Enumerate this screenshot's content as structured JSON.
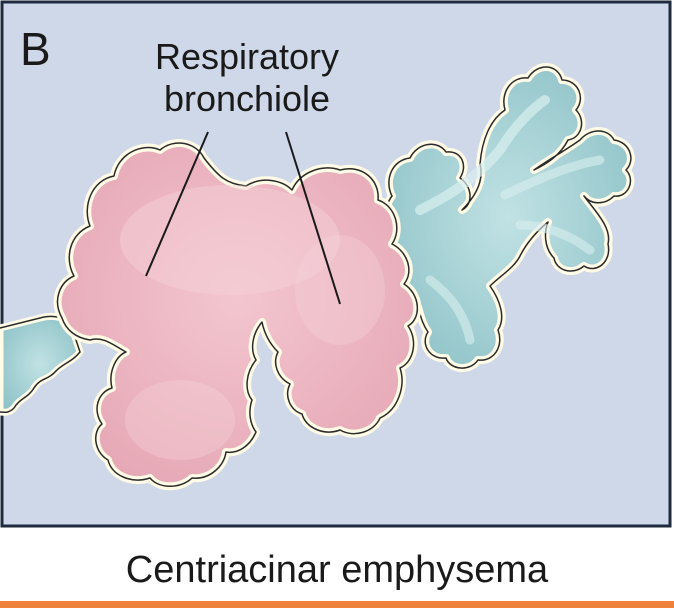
{
  "panel": {
    "letter": "B",
    "label_line1": "Respiratory",
    "label_line2": "bronchiole"
  },
  "caption": "Centriacinar emphysema",
  "colors": {
    "panel_background": "#cfd8e9",
    "panel_border": "#1e2a3d",
    "emphysema_pink": "#efbcc6",
    "airway_blue": "#a9d3d6",
    "outline_cream": "#fffbe6",
    "accent_rule": "#f0813a"
  }
}
